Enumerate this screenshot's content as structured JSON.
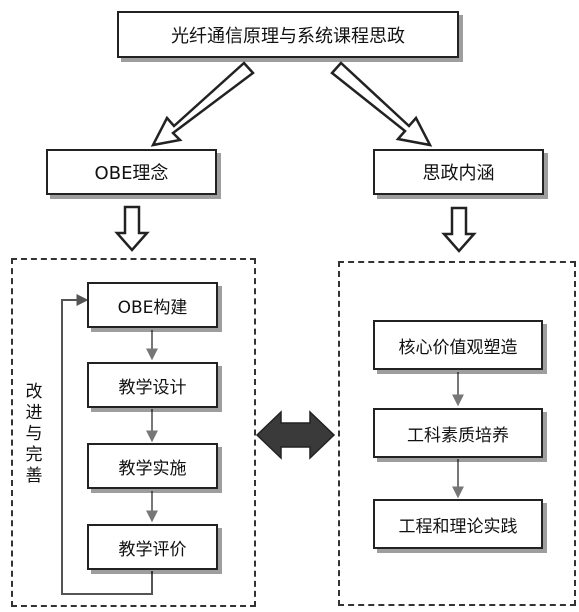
{
  "title": "光纤通信原理与系统课程思政",
  "left": {
    "header": "OBE理念",
    "steps": [
      "OBE构建",
      "教学设计",
      "教学实施",
      "教学评价"
    ],
    "loop_label": [
      "改",
      "进",
      "与",
      "完",
      "善"
    ]
  },
  "right": {
    "header": "思政内涵",
    "steps": [
      "核心价值观塑造",
      "工科素质培养",
      "工程和理论实践"
    ]
  },
  "colors": {
    "line": "#222222",
    "arrow_dark": "#3a3a3a",
    "connector": "#777777"
  }
}
